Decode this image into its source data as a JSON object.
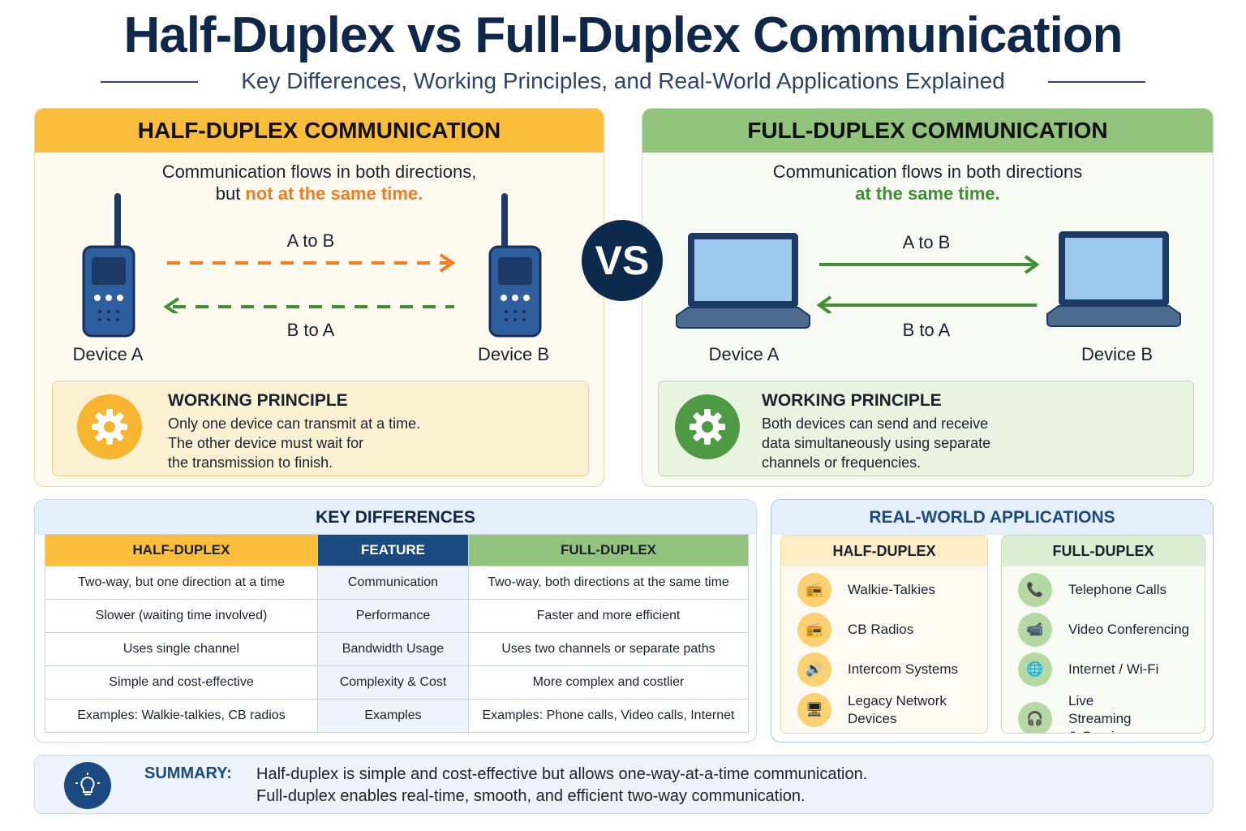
{
  "title": "Half-Duplex vs Full-Duplex Communication",
  "subtitle": "Key Differences, Working Principles, and Real-World Applications Explained",
  "vs": "VS",
  "half": {
    "header": "HALF-DUPLEX COMMUNICATION",
    "line1": "Communication flows in both directions,",
    "line2_prefix": "but ",
    "line2_highlight": "not at the same time.",
    "a_to_b": "A to B",
    "b_to_a": "B to A",
    "device_a": "Device A",
    "device_b": "Device B",
    "wp_title": "WORKING PRINCIPLE",
    "wp_lines": [
      "Only one device can transmit at a time.",
      "The other device must wait for",
      "the transmission to finish."
    ]
  },
  "full": {
    "header": "FULL-DUPLEX COMMUNICATION",
    "line1": "Communication flows in both directions",
    "line2_highlight": "at the same time.",
    "a_to_b": "A to B",
    "b_to_a": "B to A",
    "device_a": "Device A",
    "device_b": "Device B",
    "wp_title": "WORKING PRINCIPLE",
    "wp_lines": [
      "Both devices can send and receive",
      "data simultaneously using separate",
      "channels or frequencies."
    ]
  },
  "key_differences": {
    "title": "KEY DIFFERENCES",
    "headers": [
      "HALF-DUPLEX",
      "FEATURE",
      "FULL-DUPLEX"
    ],
    "rows": [
      [
        "Two-way, but one direction at a time",
        "Communication",
        "Two-way, both directions at the same time"
      ],
      [
        "Slower (waiting time involved)",
        "Performance",
        "Faster and more efficient"
      ],
      [
        "Uses single channel",
        "Bandwidth Usage",
        "Uses two channels or separate paths"
      ],
      [
        "Simple and cost-effective",
        "Complexity & Cost",
        "More complex and costlier"
      ],
      [
        "Examples: Walkie-talkies, CB radios",
        "Examples",
        "Examples: Phone calls, Video calls, Internet"
      ]
    ]
  },
  "applications": {
    "title": "REAL-WORLD APPLICATIONS",
    "half_header": "HALF-DUPLEX",
    "full_header": "FULL-DUPLEX",
    "half_items": [
      "Walkie-Talkies",
      "CB Radios",
      "Intercom Systems",
      "Legacy Network Devices"
    ],
    "full_items": [
      "Telephone Calls",
      "Video Conferencing",
      "Internet / Wi-Fi",
      "Live Streaming & Gaming"
    ]
  },
  "summary": {
    "label": "SUMMARY:",
    "line1": "Half-duplex is simple and cost-effective but allows one-way-at-a-time communication.",
    "line2": "Full-duplex enables real-time, smooth, and efficient two-way communication."
  },
  "colors": {
    "orange": "#f47b20",
    "green": "#3f8f35",
    "navy": "#0f2748",
    "yellow": "#fbbd3c",
    "lightgreen": "#93c47d"
  }
}
